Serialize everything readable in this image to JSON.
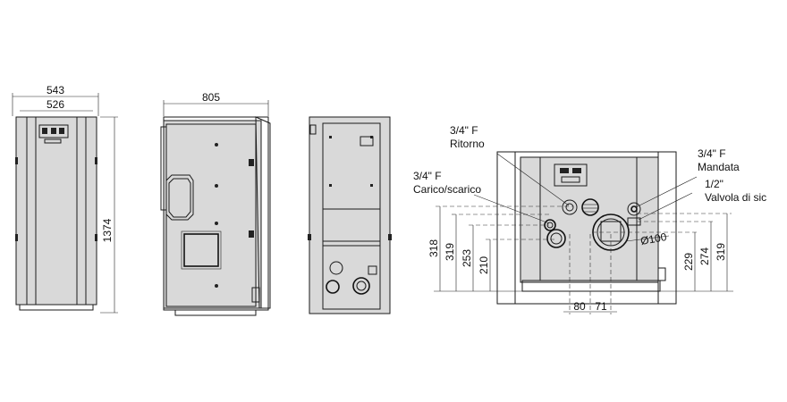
{
  "front_view": {
    "width_outer": "543",
    "width_inner": "526",
    "height": "1374"
  },
  "side_view": {
    "depth": "805"
  },
  "rear_view": {
    "labels": {
      "ritorno_size": "3/4\" F",
      "ritorno_name": "Ritorno",
      "carico_size": "3/4\" F",
      "carico_name": "Carico/scarico",
      "mandata_size": "3/4\" F",
      "mandata_name": "Mandata",
      "valvola_size": "1/2\"",
      "valvola_name": "Valvola di sic",
      "flue_diameter": "Ø100"
    },
    "dims_left": [
      "318",
      "319",
      "253",
      "210"
    ],
    "dims_right": [
      "229",
      "274",
      "319"
    ],
    "dims_bottom": [
      "80",
      "71"
    ]
  }
}
